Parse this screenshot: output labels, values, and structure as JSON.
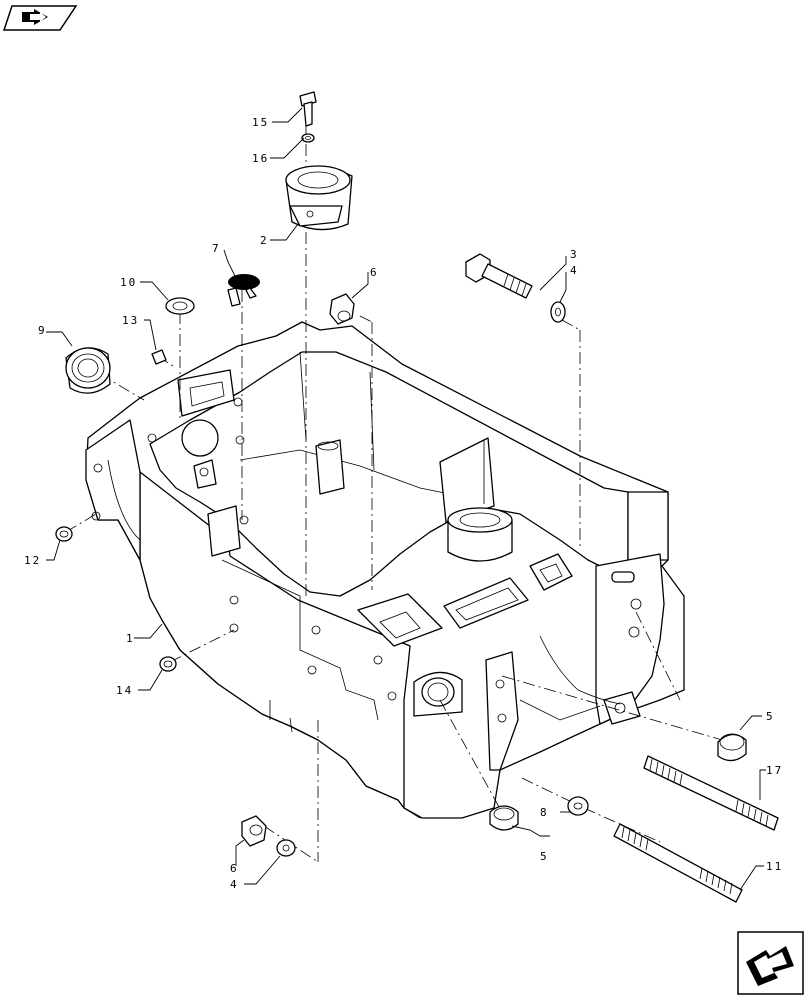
{
  "callouts": {
    "c1": "1",
    "c2": "2",
    "c3": "3",
    "c4_top": "4",
    "c4_bottom": "4",
    "c5_right": "5",
    "c5_bottom": "5",
    "c6_top": "6",
    "c6_bottom": "6",
    "c7": "7",
    "c8": "8",
    "c9": "9",
    "c10": "10",
    "c11": "11",
    "c12": "12",
    "c13": "13",
    "c14": "14",
    "c15": "15",
    "c16": "16",
    "c17": "17"
  },
  "icons": {
    "top_nav": "previous-page-icon",
    "bottom_nav": "next-page-icon"
  }
}
